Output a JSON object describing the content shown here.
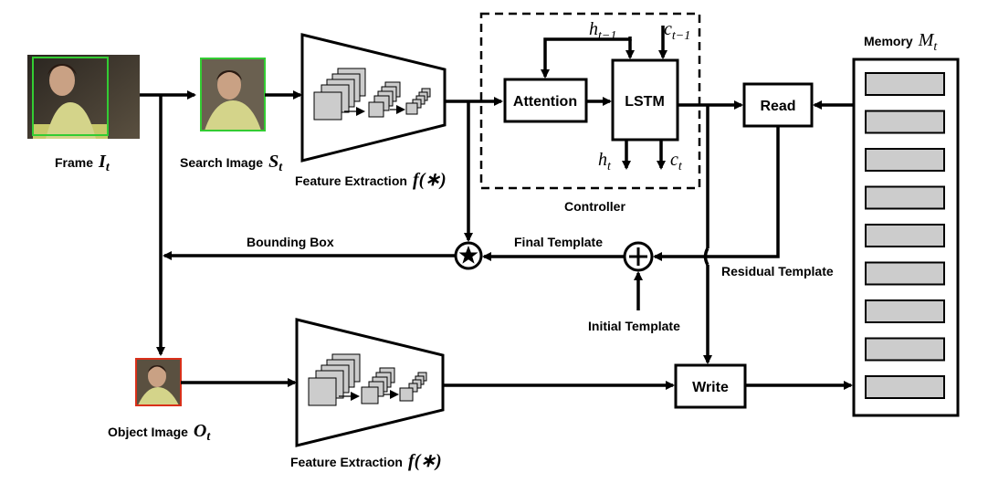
{
  "frame": {
    "label": "Frame",
    "sym": "I",
    "sub": "t"
  },
  "search": {
    "label": "Search Image",
    "sym": "S",
    "sub": "t"
  },
  "fe_top": {
    "label": "Feature Extraction",
    "math": "f(∗)"
  },
  "fe_bottom": {
    "label": "Feature Extraction",
    "math": "f(∗)"
  },
  "object": {
    "label": "Object Image",
    "sym": "O",
    "sub": "t"
  },
  "controller": {
    "label": "Controller",
    "attention": "Attention",
    "lstm": "LSTM",
    "h_prev": {
      "sym": "h",
      "sub": "t−1"
    },
    "c_prev": {
      "sym": "c",
      "sub": "t−1"
    },
    "h_out": {
      "sym": "h",
      "sub": "t"
    },
    "c_out": {
      "sym": "c",
      "sub": "t"
    }
  },
  "read": "Read",
  "write": "Write",
  "memory": {
    "label": "Memory",
    "sym": "M",
    "sub": "t",
    "slot_count": 9
  },
  "bounding_box": "Bounding Box",
  "final_template": "Final Template",
  "residual_template": "Residual Template",
  "initial_template": "Initial Template",
  "colors": {
    "frame_box": "#33cc33",
    "search_box": "#33cc33",
    "object_box": "#d9301a",
    "mem_slot": "#cccccc",
    "cube": "#cccccc"
  },
  "icons": {
    "correlation": "star-in-circle",
    "addition": "plus-in-circle"
  }
}
